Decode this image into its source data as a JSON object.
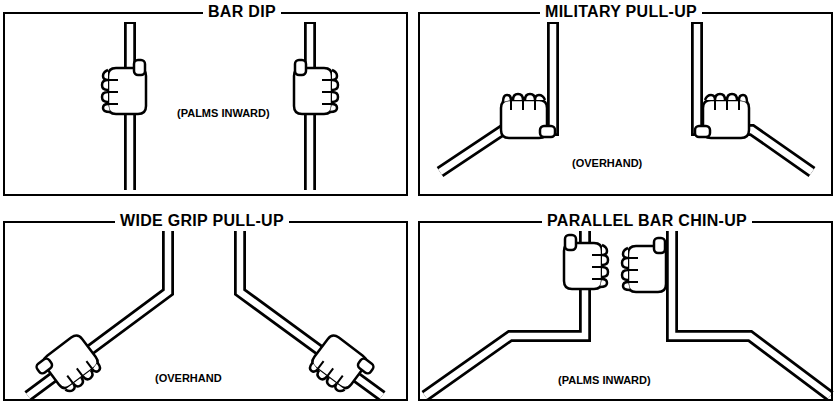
{
  "diagram": {
    "nodes": [
      {
        "text": [
          "BAR DIP",
          "(PALMS INWARD)"
        ]
      },
      {
        "text": [
          "MILITARY PULL-UP",
          "(OVERHAND)"
        ]
      },
      {
        "text": [
          "WIDE GRIP PULL-UP",
          "(OVERHAND"
        ]
      },
      {
        "text": [
          "PARALLEL BAR CHIN-UP",
          "(PALMS INWARD)"
        ]
      }
    ]
  }
}
